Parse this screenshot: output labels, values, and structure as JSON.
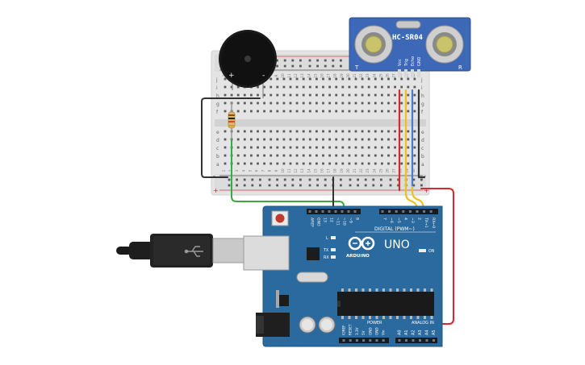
{
  "sensor": {
    "model": "HC-SR04",
    "left_marker": "T",
    "right_marker": "R",
    "pins": [
      "Vcc",
      "Trig",
      "Echo",
      "GND"
    ]
  },
  "breadboard": {
    "row_letters_top": [
      "j",
      "i",
      "h",
      "g",
      "f"
    ],
    "row_letters_bottom": [
      "e",
      "d",
      "c",
      "b",
      "a"
    ],
    "rail_plus": "+",
    "rail_minus": "-",
    "column_numbers": [
      "1",
      "2",
      "3",
      "4",
      "5",
      "6",
      "7",
      "8",
      "9",
      "10",
      "11",
      "12",
      "13",
      "14",
      "15",
      "16",
      "17",
      "18",
      "19",
      "20",
      "21",
      "22",
      "23",
      "24",
      "25",
      "26",
      "27",
      "28",
      "29",
      "30"
    ]
  },
  "buzzer": {
    "plus_label": "+",
    "minus_label": "-"
  },
  "arduino": {
    "brand": "ARDUINO",
    "model": "UNO",
    "digital_header": "DIGITAL (PWM~)",
    "digital_pins": [
      "AREF",
      "GND",
      "13",
      "12",
      "~11",
      "~10",
      "~9",
      "8",
      "7",
      "~6",
      "~5",
      "4",
      "~3",
      "2",
      "TX→1",
      "RX←0"
    ],
    "led_labels": [
      "L",
      "TX",
      "RX"
    ],
    "on_label": "ON",
    "power_header": "POWER",
    "analog_header": "ANALOG IN",
    "power_pins": [
      "IOREF",
      "RESET",
      "3.3V",
      "5V",
      "GND",
      "GND",
      "Vin"
    ],
    "analog_pins": [
      "A0",
      "A1",
      "A2",
      "A3",
      "A4",
      "A5"
    ]
  },
  "colors": {
    "board": "#2b6a9e",
    "sensor_board": "#3d68b8",
    "wire_red": "#d32a2a",
    "wire_black": "#333333",
    "wire_green": "#3caa3c",
    "wire_yellow": "#f0c020",
    "wire_blue": "#3f7fd6"
  }
}
